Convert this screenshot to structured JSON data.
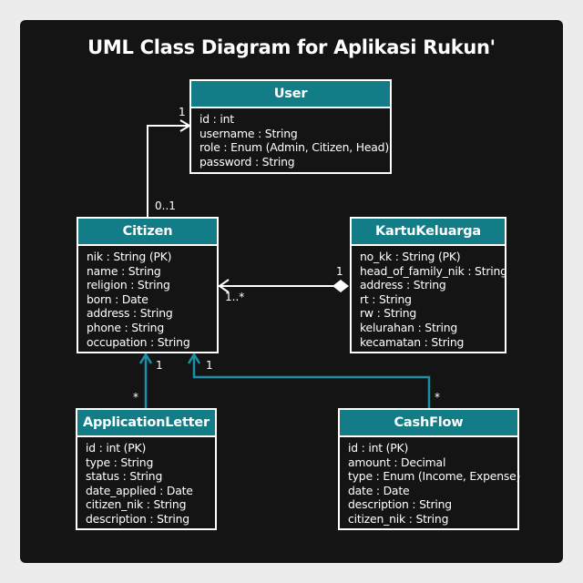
{
  "title": "UML Class Diagram for Aplikasi Rukun'",
  "colors": {
    "background": "#141414",
    "header": "#127d86",
    "teal_line": "#1b8fa6",
    "text": "#ffffff"
  },
  "classes": {
    "user": {
      "name": "User",
      "attributes": [
        "id : int",
        "username : String",
        "role : Enum (Admin, Citizen, Head)",
        "password : String"
      ]
    },
    "citizen": {
      "name": "Citizen",
      "attributes": [
        "nik : String (PK)",
        "name : String",
        "religion : String",
        "born : Date",
        "address : String",
        "phone : String",
        "occupation : String"
      ]
    },
    "kartu_keluarga": {
      "name": "KartuKeluarga",
      "attributes": [
        "no_kk : String (PK)",
        "head_of_family_nik : String",
        "address : String",
        "rt : String",
        "rw : String",
        "kelurahan : String",
        "kecamatan : String"
      ]
    },
    "application_letter": {
      "name": "ApplicationLetter",
      "attributes": [
        "id : int (PK)",
        "type : String",
        "status : String",
        "date_applied : Date",
        "citizen_nik : String",
        "description : String"
      ]
    },
    "cash_flow": {
      "name": "CashFlow",
      "attributes": [
        "id : int (PK)",
        "amount : Decimal",
        "type : Enum (Income, Expense)",
        "date : Date",
        "description : String",
        "citizen_nik : String"
      ]
    }
  },
  "multiplicities": {
    "user_end": "1",
    "citizen_to_user": "0..1",
    "kk_end": "1",
    "citizen_from_kk": "1..*",
    "citizen_from_letter": "1",
    "citizen_from_cashflow": "1",
    "letter_end": "*",
    "cashflow_end": "*"
  }
}
